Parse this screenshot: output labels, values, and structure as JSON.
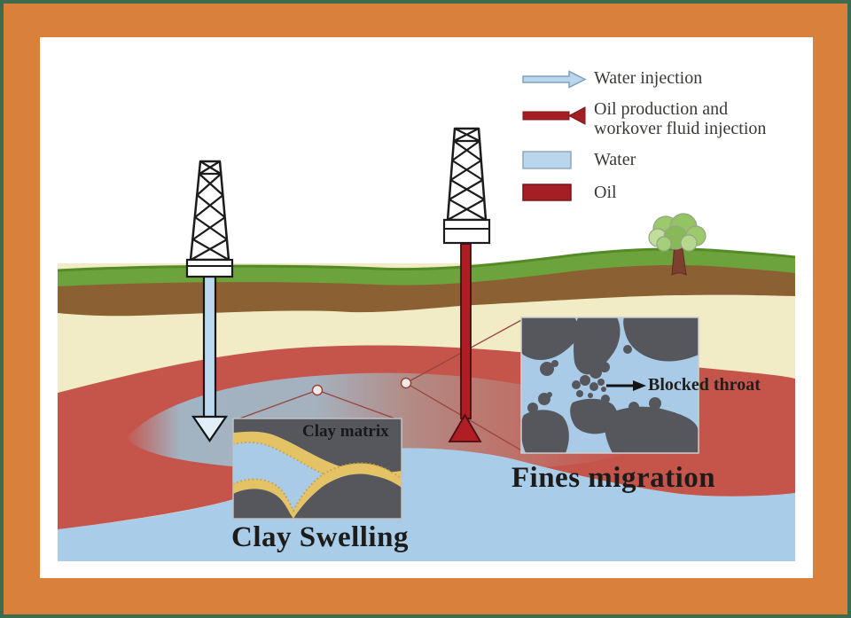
{
  "figure": {
    "legend": {
      "items": [
        {
          "icon": "water-injection-arrow-icon",
          "label": "Water injection"
        },
        {
          "icon": "oil-production-arrow-icon",
          "label": "Oil production and workover fluid injection"
        },
        {
          "icon": "water-swatch",
          "label": "Water"
        },
        {
          "icon": "oil-swatch",
          "label": "Oil"
        }
      ]
    },
    "labels": {
      "clay_matrix": "Clay matrix",
      "clay_caption": "Clay Swelling",
      "fines_caption": "Fines migration",
      "blocked_throat": "Blocked throat"
    },
    "colors": {
      "frame_orange": "#d9813a",
      "frame_edge_green": "#3c6b4e",
      "legend_water_blue": "#b9d6ed",
      "legend_oil_red": "#a31f24",
      "groundwater_blue": "#a9cde9",
      "oil_reservoir_red": "#c5544b",
      "soil_brown": "#8b6134",
      "surface_green": "#6ca33c",
      "cream_rock": "#f1ecc5",
      "clay_gold": "#e4c366",
      "grain_gray": "#55575c"
    }
  }
}
